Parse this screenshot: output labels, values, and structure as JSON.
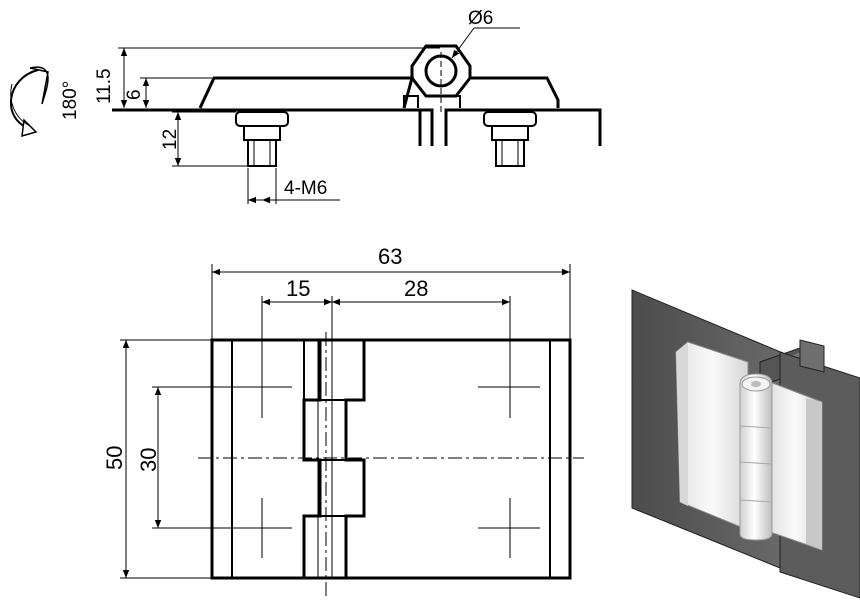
{
  "side_view": {
    "dim_diameter": "Ø6",
    "dim_height_total": "11.5",
    "dim_height_leaf": "6",
    "dim_bolt_length": "12",
    "dim_thread": "4-M6",
    "rotation_label": "180°"
  },
  "front_view": {
    "dim_width": "63",
    "dim_left_hole": "15",
    "dim_right_hole": "28",
    "dim_height": "50",
    "dim_hole_spacing": "30"
  },
  "colors": {
    "line": "#000000",
    "panel_dark": "#5a5a5a",
    "hinge_light": "#f0f0f0"
  }
}
